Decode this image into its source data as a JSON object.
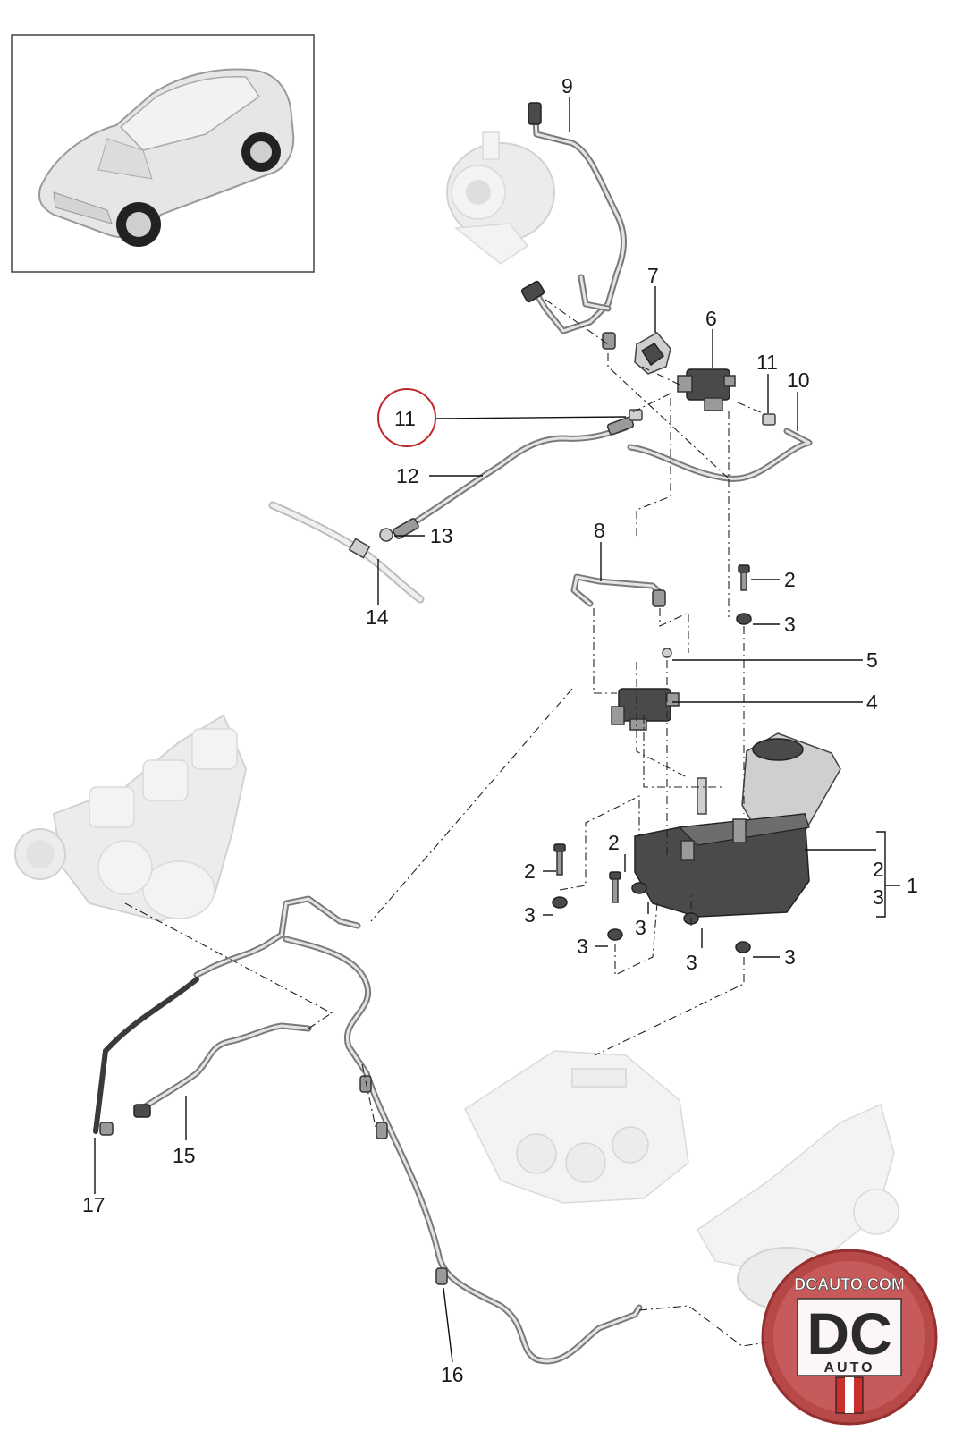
{
  "callouts": {
    "c1": "1",
    "c2a": "2",
    "c2b": "2",
    "c2c": "2",
    "c2d": "2",
    "c3a": "3",
    "c3b": "3",
    "c3c": "3",
    "c3d": "3",
    "c3e": "3",
    "c3f": "3",
    "c3g": "3",
    "c4": "4",
    "c5": "5",
    "c6": "6",
    "c7": "7",
    "c8": "8",
    "c9": "9",
    "c10": "10",
    "c11a": "11",
    "c11b": "11",
    "c12": "12",
    "c13": "13",
    "c14": "14",
    "c15": "15",
    "c16": "16",
    "c17": "17"
  },
  "watermark": {
    "site": "DCAUTO.COM",
    "mark": "DC",
    "sub": "AUTO",
    "color": "#c9302c"
  },
  "highlight_color": "#c0282d"
}
